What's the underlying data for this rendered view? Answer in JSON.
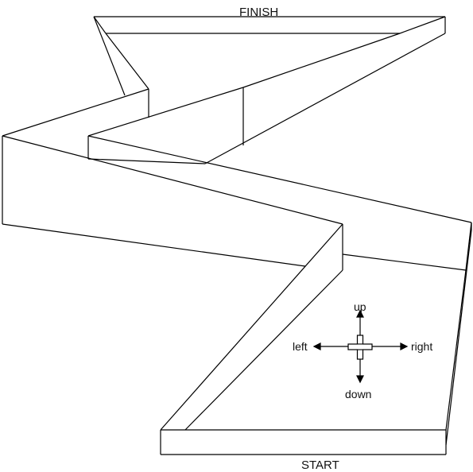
{
  "labels": {
    "finish": "FINISH",
    "start": "START"
  },
  "controls": {
    "up": "up",
    "down": "down",
    "left": "left",
    "right": "right",
    "icon": "cross-dpad-icon"
  },
  "colors": {
    "stroke": "#000000",
    "background": "#ffffff"
  }
}
